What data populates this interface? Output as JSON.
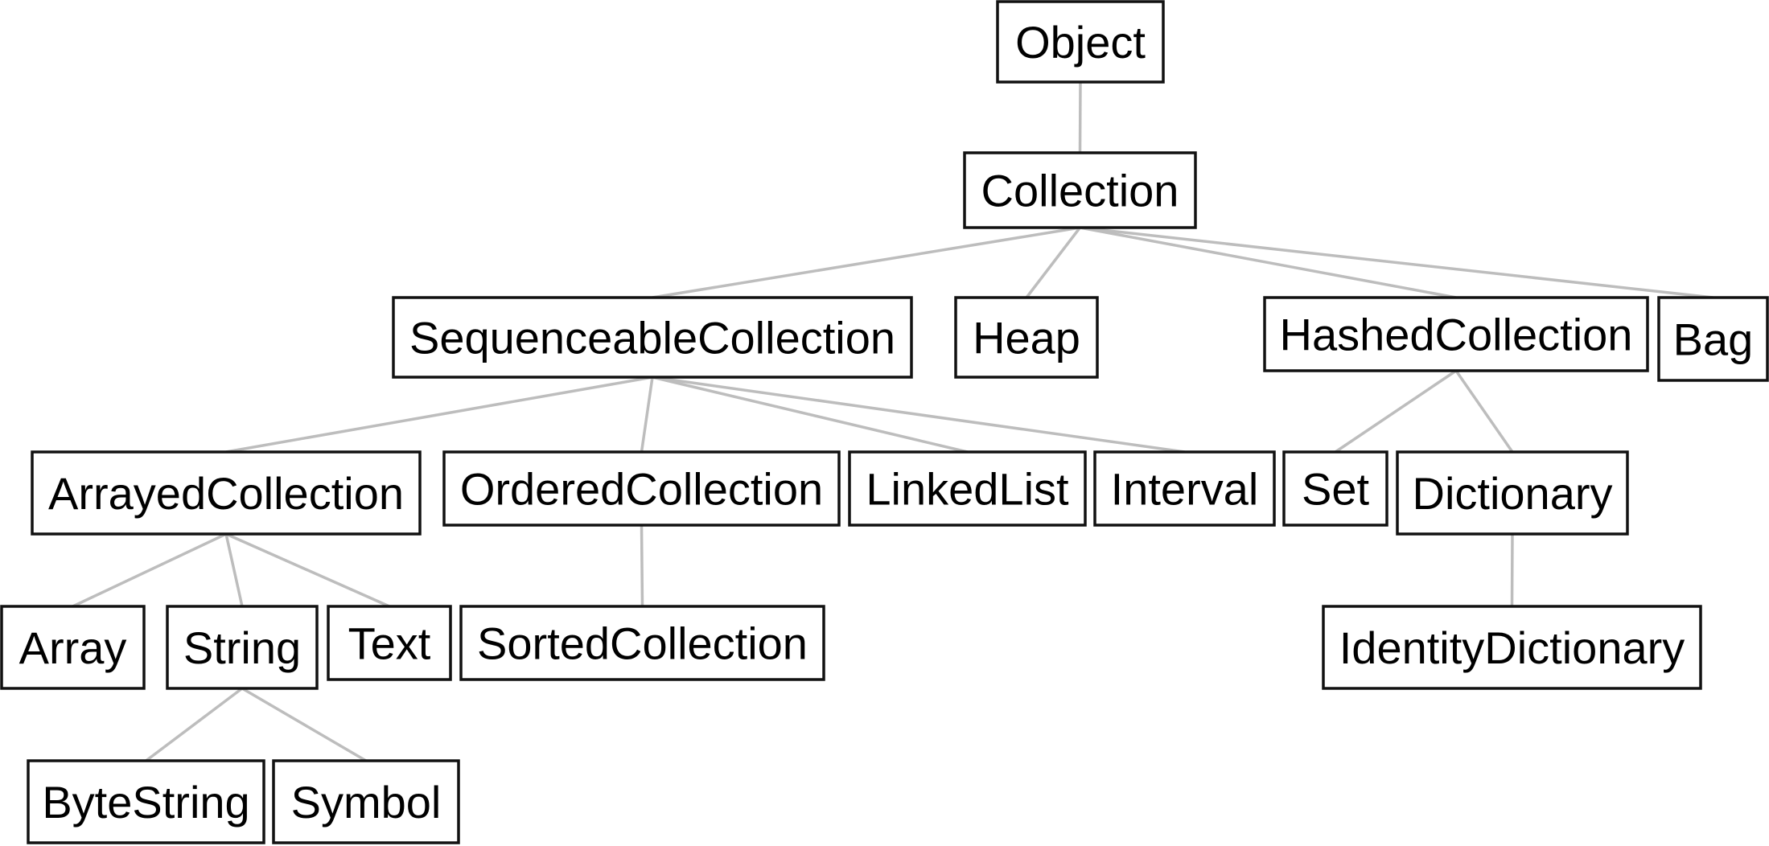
{
  "diagram": {
    "colors": {
      "edge": "#bdbdbd",
      "box_border": "#111111",
      "text": "#000000",
      "background": "#ffffff"
    },
    "nodes": [
      {
        "id": "object",
        "label": "Object"
      },
      {
        "id": "collection",
        "label": "Collection"
      },
      {
        "id": "sequenceable",
        "label": "SequenceableCollection"
      },
      {
        "id": "heap",
        "label": "Heap"
      },
      {
        "id": "hashed",
        "label": "HashedCollection"
      },
      {
        "id": "bag",
        "label": "Bag"
      },
      {
        "id": "arrayed",
        "label": "ArrayedCollection"
      },
      {
        "id": "ordered",
        "label": "OrderedCollection"
      },
      {
        "id": "linkedlist",
        "label": "LinkedList"
      },
      {
        "id": "interval",
        "label": "Interval"
      },
      {
        "id": "set",
        "label": "Set"
      },
      {
        "id": "dictionary",
        "label": "Dictionary"
      },
      {
        "id": "array",
        "label": "Array"
      },
      {
        "id": "string",
        "label": "String"
      },
      {
        "id": "text",
        "label": "Text"
      },
      {
        "id": "sorted",
        "label": "SortedCollection"
      },
      {
        "id": "identitydict",
        "label": "IdentityDictionary"
      },
      {
        "id": "bytestring",
        "label": "ByteString"
      },
      {
        "id": "symbol",
        "label": "Symbol"
      }
    ],
    "edges": [
      [
        "object",
        "collection"
      ],
      [
        "collection",
        "sequenceable"
      ],
      [
        "collection",
        "heap"
      ],
      [
        "collection",
        "hashed"
      ],
      [
        "collection",
        "bag"
      ],
      [
        "sequenceable",
        "arrayed"
      ],
      [
        "sequenceable",
        "ordered"
      ],
      [
        "sequenceable",
        "linkedlist"
      ],
      [
        "sequenceable",
        "interval"
      ],
      [
        "hashed",
        "set"
      ],
      [
        "hashed",
        "dictionary"
      ],
      [
        "arrayed",
        "array"
      ],
      [
        "arrayed",
        "string"
      ],
      [
        "arrayed",
        "text"
      ],
      [
        "ordered",
        "sorted"
      ],
      [
        "dictionary",
        "identitydict"
      ],
      [
        "string",
        "bytestring"
      ],
      [
        "string",
        "symbol"
      ]
    ]
  }
}
